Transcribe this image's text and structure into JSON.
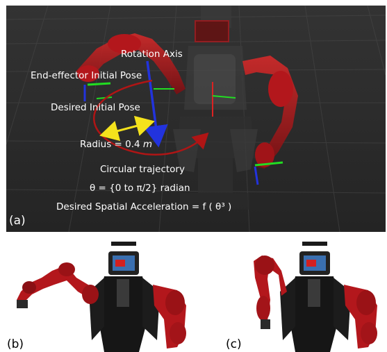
{
  "panel_a": {
    "label": "(a)",
    "annotations": {
      "rotation_axis": "Rotation Axis",
      "end_effector_initial_pose": "End-effector Initial Pose",
      "desired_initial_pose": "Desired Initial Pose",
      "radius_prefix": "Radius = 0.4 ",
      "radius_unit": "m",
      "circular_trajectory": "Circular trajectory",
      "theta_range": "θ = {0 to π/2} radian",
      "desired_acceleration": "Desired Spatial Acceleration = f ( θ³ )"
    },
    "colors": {
      "background": "#2b2b2b",
      "robot_red": "#b3171c",
      "axis_blue": "#2233dd",
      "axis_green": "#22dd22",
      "axis_red": "#dd2222",
      "radius_arrow": "#f4e21c",
      "trajectory_arc": "#b01515"
    }
  },
  "panel_b": {
    "label": "(b)"
  },
  "panel_c": {
    "label": "(c)"
  }
}
